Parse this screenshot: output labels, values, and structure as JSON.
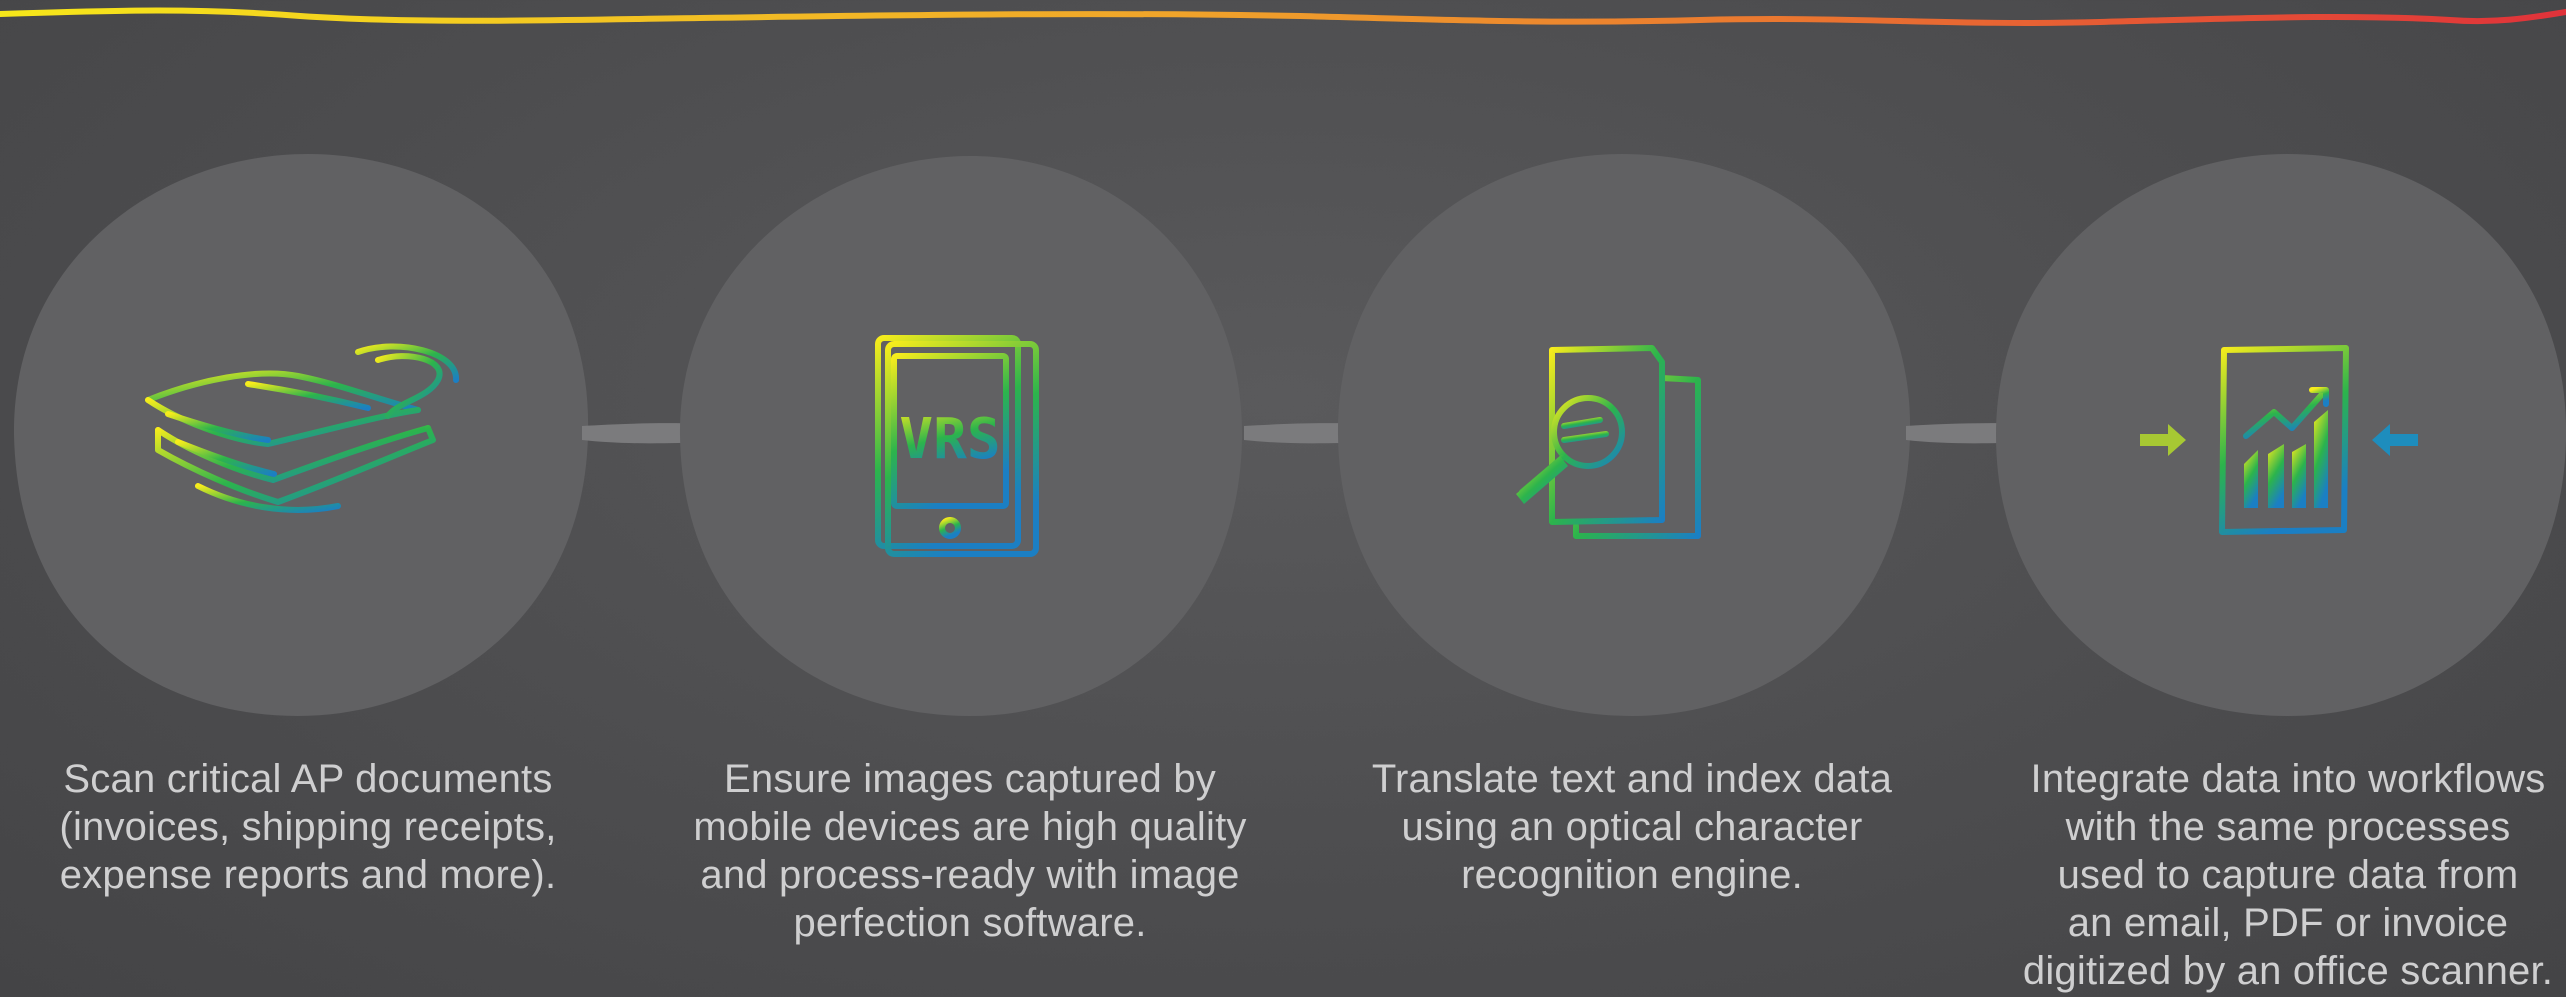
{
  "colors": {
    "background": "#4d4d4f",
    "circle": "#616163",
    "text": "#cfcfd0",
    "arrow": "#7b7b7d",
    "gradient_start": "#f7ec1c",
    "gradient_mid": "#1fb35a",
    "gradient_end": "#1b7fc4",
    "rule_start": "#f6e71a",
    "rule_end": "#e0323a"
  },
  "steps": [
    {
      "icon": "scanner-icon",
      "caption_lines": [
        "Scan critical AP documents",
        "(invoices, shipping receipts,",
        "expense reports and more)."
      ]
    },
    {
      "icon": "vrs-tablet-icon",
      "icon_text": "VRS",
      "caption_lines": [
        "Ensure images captured by",
        "mobile devices are high quality",
        "and process-ready with image",
        "perfection software."
      ]
    },
    {
      "icon": "ocr-document-magnifier-icon",
      "caption_lines": [
        "Translate text and index data",
        "using an optical character",
        "recognition engine."
      ]
    },
    {
      "icon": "workflow-chart-document-icon",
      "caption_lines": [
        "Integrate data into workflows",
        "with the same processes",
        "used to capture data from",
        "an email, PDF or invoice",
        "digitized by an office scanner."
      ]
    }
  ]
}
